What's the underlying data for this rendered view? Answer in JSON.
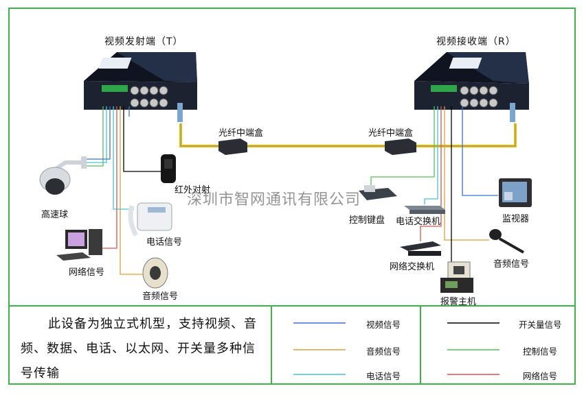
{
  "devices": {
    "transmitter": "视频发射端（T）",
    "receiver": "视频接收端（R）",
    "fiber_box_left": "光纤中端盒",
    "fiber_box_right": "光纤中端盒"
  },
  "tx_side": {
    "dome_camera": "高速球",
    "infrared": "红外对射",
    "telephone": "电话信号",
    "network_pc": "网络信号",
    "audio_speaker": "音频信号"
  },
  "rx_side": {
    "keyboard": "控制键盘",
    "phone_switch": "电话交换机",
    "monitor": "监视器",
    "network_switch": "网络交换机",
    "microphone": "音频信号",
    "alarm_host": "报警主机"
  },
  "watermark": "深圳市智网通讯有限公司",
  "description": "此设备为独立式机型，支持视频、音频、数据、电话、以太网、开关量多种信号传输",
  "legend": [
    {
      "label": "视频信号",
      "color": "#3b6fd6"
    },
    {
      "label": "音频信号",
      "color": "#d8a23a"
    },
    {
      "label": "电话信号",
      "color": "#44c4d8"
    },
    {
      "label": "开关量信号",
      "color": "#000000"
    },
    {
      "label": "控制信号",
      "color": "#54c454"
    },
    {
      "label": "网络信号",
      "color": "#d9534f"
    }
  ],
  "colors": {
    "frame": "#3bb44a",
    "fiber": "#f2c400",
    "device_body": "#1c2230"
  }
}
